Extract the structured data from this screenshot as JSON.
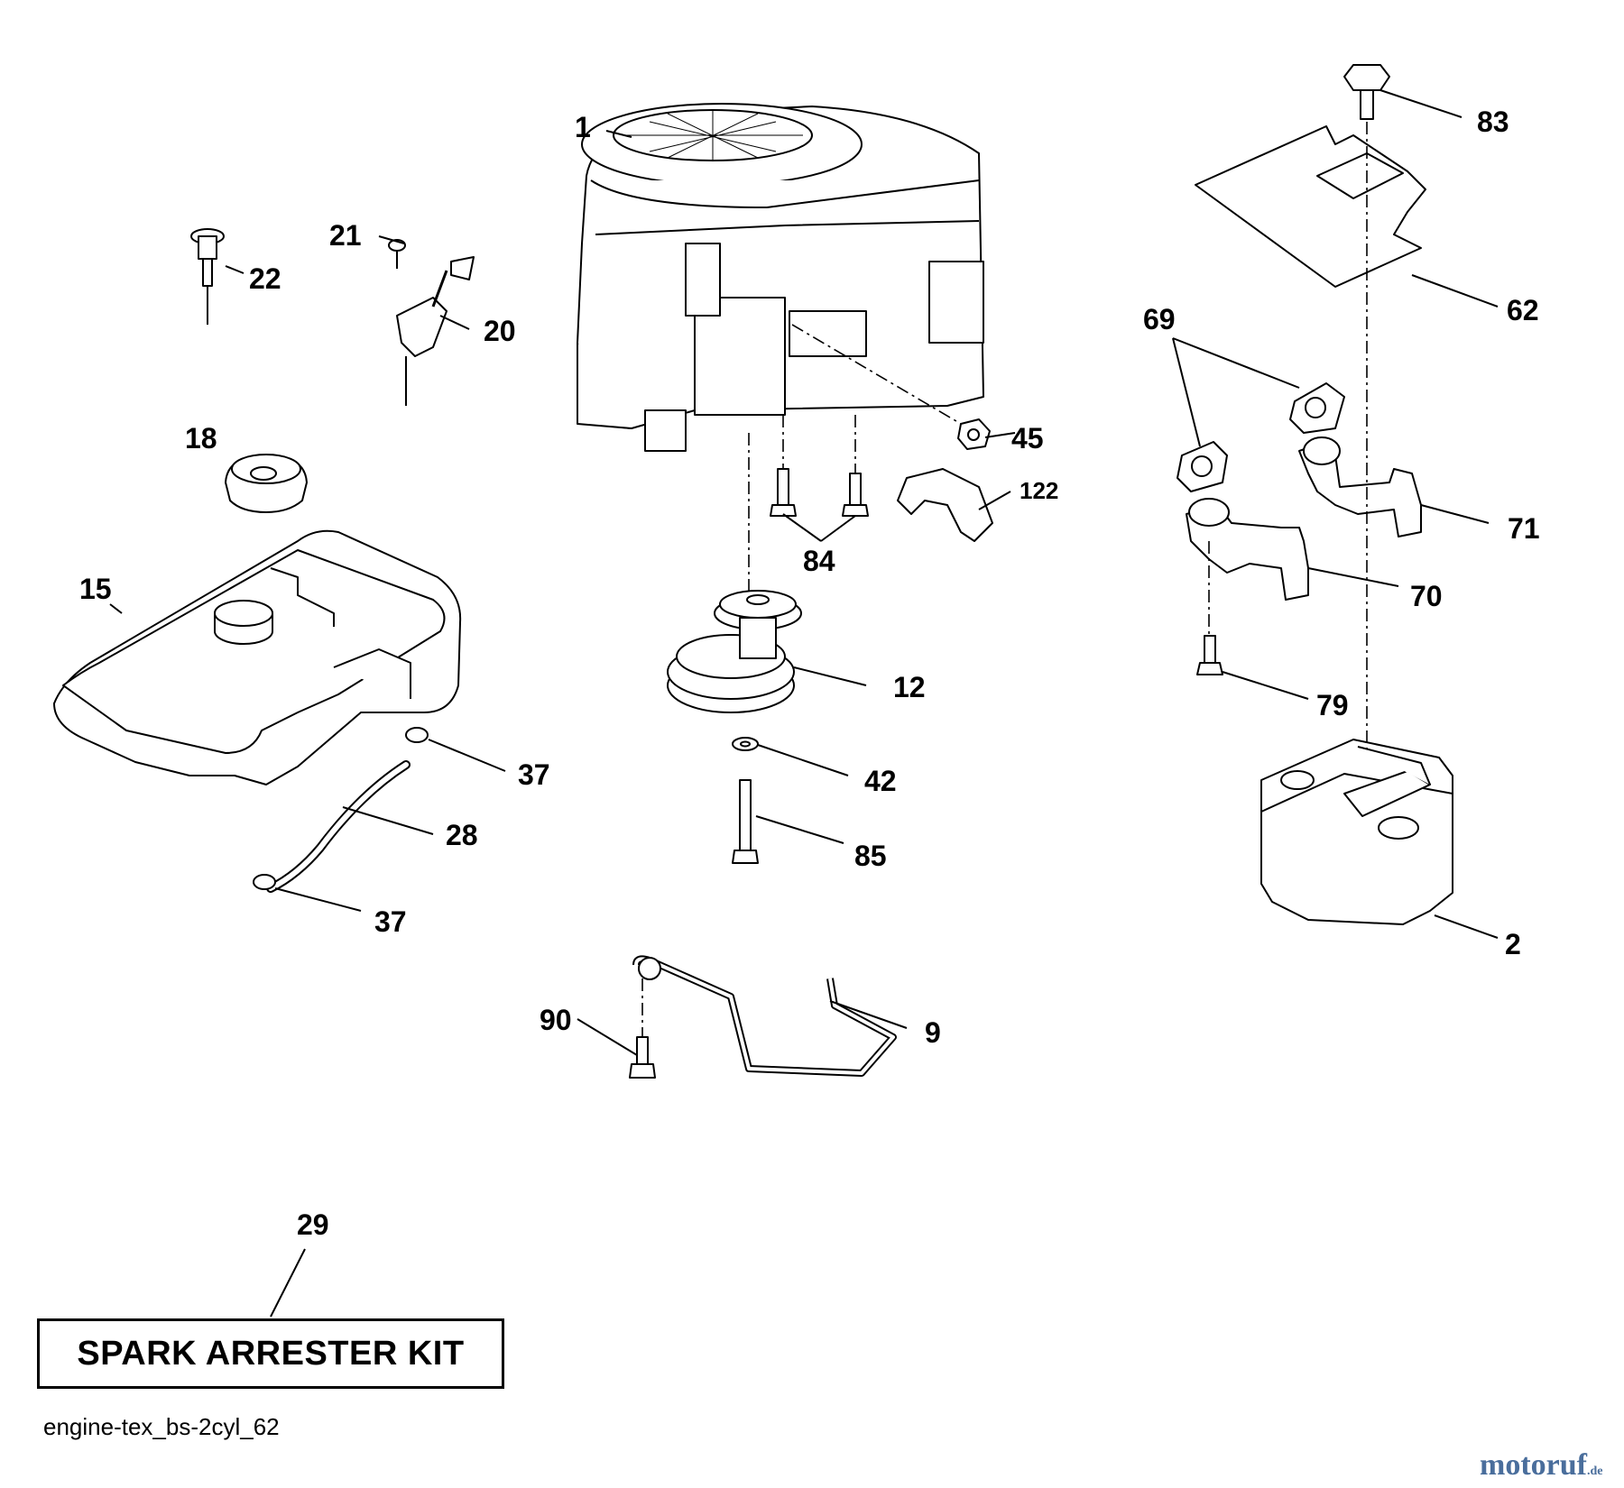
{
  "callouts": [
    {
      "id": "1",
      "text": "1"
    },
    {
      "id": "83",
      "text": "83"
    },
    {
      "id": "21",
      "text": "21"
    },
    {
      "id": "22",
      "text": "22"
    },
    {
      "id": "20",
      "text": "20"
    },
    {
      "id": "62",
      "text": "62"
    },
    {
      "id": "69",
      "text": "69"
    },
    {
      "id": "18",
      "text": "18"
    },
    {
      "id": "45",
      "text": "45"
    },
    {
      "id": "122",
      "text": "122"
    },
    {
      "id": "71",
      "text": "71"
    },
    {
      "id": "84",
      "text": "84"
    },
    {
      "id": "15",
      "text": "15"
    },
    {
      "id": "70",
      "text": "70"
    },
    {
      "id": "12",
      "text": "12"
    },
    {
      "id": "79",
      "text": "79"
    },
    {
      "id": "37a",
      "text": "37"
    },
    {
      "id": "42",
      "text": "42"
    },
    {
      "id": "28",
      "text": "28"
    },
    {
      "id": "85",
      "text": "85"
    },
    {
      "id": "37b",
      "text": "37"
    },
    {
      "id": "2",
      "text": "2"
    },
    {
      "id": "90",
      "text": "90"
    },
    {
      "id": "9",
      "text": "9"
    },
    {
      "id": "29",
      "text": "29"
    }
  ],
  "kit_label": "SPARK ARRESTER KIT",
  "diagram_code": "engine-tex_bs-2cyl_62",
  "watermark": {
    "main": "motoruf",
    "tld": ".de",
    "color": "#4a6e9c"
  }
}
